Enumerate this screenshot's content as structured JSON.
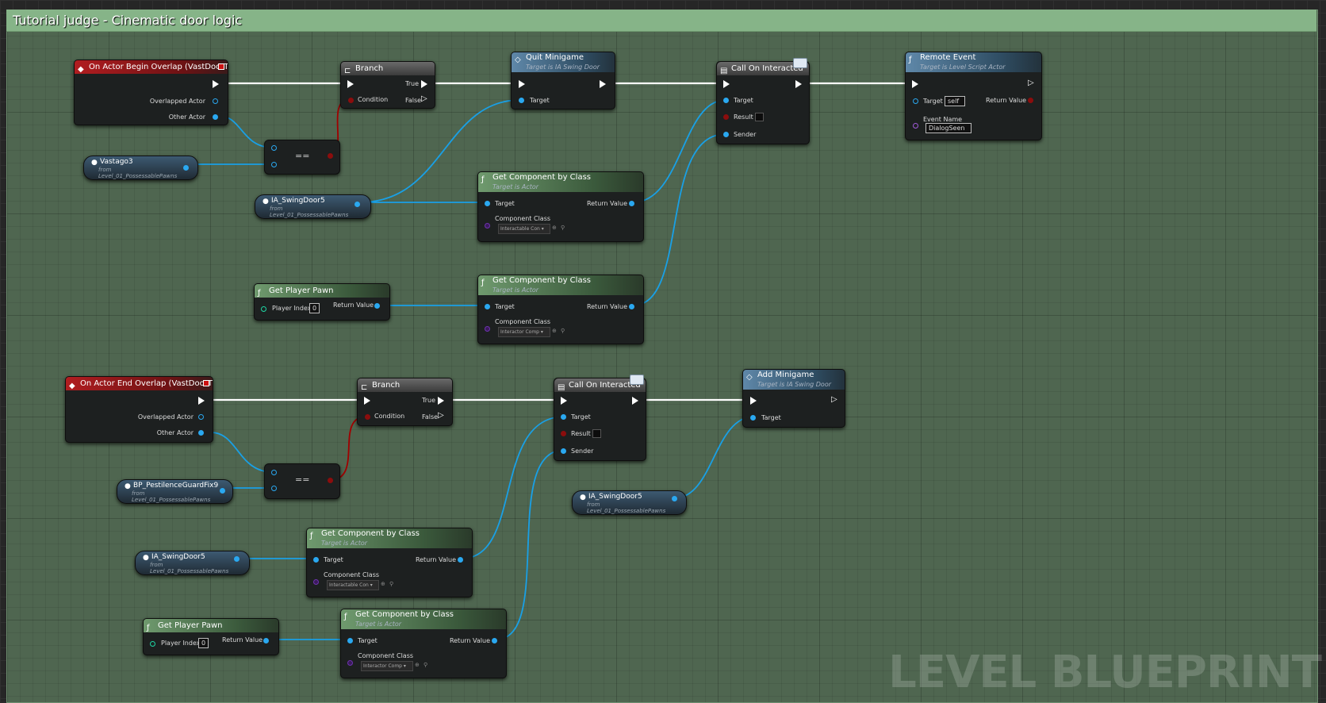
{
  "comment": {
    "title": "Tutorial judge - Cinematic door logic"
  },
  "watermark": "LEVEL BLUEPRINT",
  "colors": {
    "exec_wire": "#ffffff",
    "object_wire": "#19a0e6",
    "bool_wire": "#a00000",
    "comment_header": "#86b488",
    "comment_bg": "#4f6650"
  },
  "graph_top": {
    "begin_overlap": {
      "title": "On Actor Begin Overlap (VastDoorTB)",
      "overlapped_actor": "Overlapped Actor",
      "other_actor": "Other Actor"
    },
    "vastago3": {
      "name": "Vastago3",
      "from": "from",
      "level": "Level_01_PossessablePawns"
    },
    "equals": {
      "label": "=="
    },
    "branch": {
      "title": "Branch",
      "true": "True",
      "false": "False",
      "condition": "Condition"
    },
    "swingdoor": {
      "name": "IA_SwingDoor5",
      "from": "from",
      "level": "Level_01_PossessablePawns"
    },
    "quit_minigame": {
      "title": "Quit Minigame",
      "subtitle": "Target is IA Swing Door",
      "target": "Target"
    },
    "get_comp_1": {
      "title": "Get Component by Class",
      "subtitle": "Target is Actor",
      "target": "Target",
      "return": "Return Value",
      "component_class": "Component Class",
      "class_value": "Interactable Con"
    },
    "get_player_pawn": {
      "title": "Get Player Pawn",
      "player_index": "Player Index",
      "index_value": "0",
      "return": "Return Value"
    },
    "get_comp_2": {
      "title": "Get Component by Class",
      "subtitle": "Target is Actor",
      "target": "Target",
      "return": "Return Value",
      "component_class": "Component Class",
      "class_value": "Interactor Comp"
    },
    "call_on_interacted": {
      "title": "Call On Interacted",
      "target": "Target",
      "result": "Result",
      "sender": "Sender"
    },
    "remote_event": {
      "title": "Remote Event",
      "subtitle": "Target is Level Script Actor",
      "target": "Target",
      "target_value": "self",
      "return": "Return Value",
      "event_name": "Event Name",
      "event_value": "DialogSeen"
    }
  },
  "graph_bottom": {
    "end_overlap": {
      "title": "On Actor End Overlap (VastDoorTB)",
      "overlapped_actor": "Overlapped Actor",
      "other_actor": "Other Actor"
    },
    "guard": {
      "name": "BP_PestilenceGuardFix9",
      "from": "from",
      "level": "Level_01_PossessablePawns"
    },
    "equals": {
      "label": "=="
    },
    "branch": {
      "title": "Branch",
      "true": "True",
      "false": "False",
      "condition": "Condition"
    },
    "call_on_interacted": {
      "title": "Call On Interacted",
      "target": "Target",
      "result": "Result",
      "sender": "Sender"
    },
    "add_minigame": {
      "title": "Add Minigame",
      "subtitle": "Target is IA Swing Door",
      "target": "Target"
    },
    "swingdoor_a": {
      "name": "IA_SwingDoor5",
      "from": "from",
      "level": "Level_01_PossessablePawns"
    },
    "swingdoor_b": {
      "name": "IA_SwingDoor5",
      "from": "from",
      "level": "Level_01_PossessablePawns"
    },
    "get_comp_1": {
      "title": "Get Component by Class",
      "subtitle": "Target is Actor",
      "target": "Target",
      "return": "Return Value",
      "component_class": "Component Class",
      "class_value": "Interactable Con"
    },
    "get_player_pawn": {
      "title": "Get Player Pawn",
      "player_index": "Player Index",
      "index_value": "0",
      "return": "Return Value"
    },
    "get_comp_2": {
      "title": "Get Component by Class",
      "subtitle": "Target is Actor",
      "target": "Target",
      "return": "Return Value",
      "component_class": "Component Class",
      "class_value": "Interactor Comp"
    }
  }
}
